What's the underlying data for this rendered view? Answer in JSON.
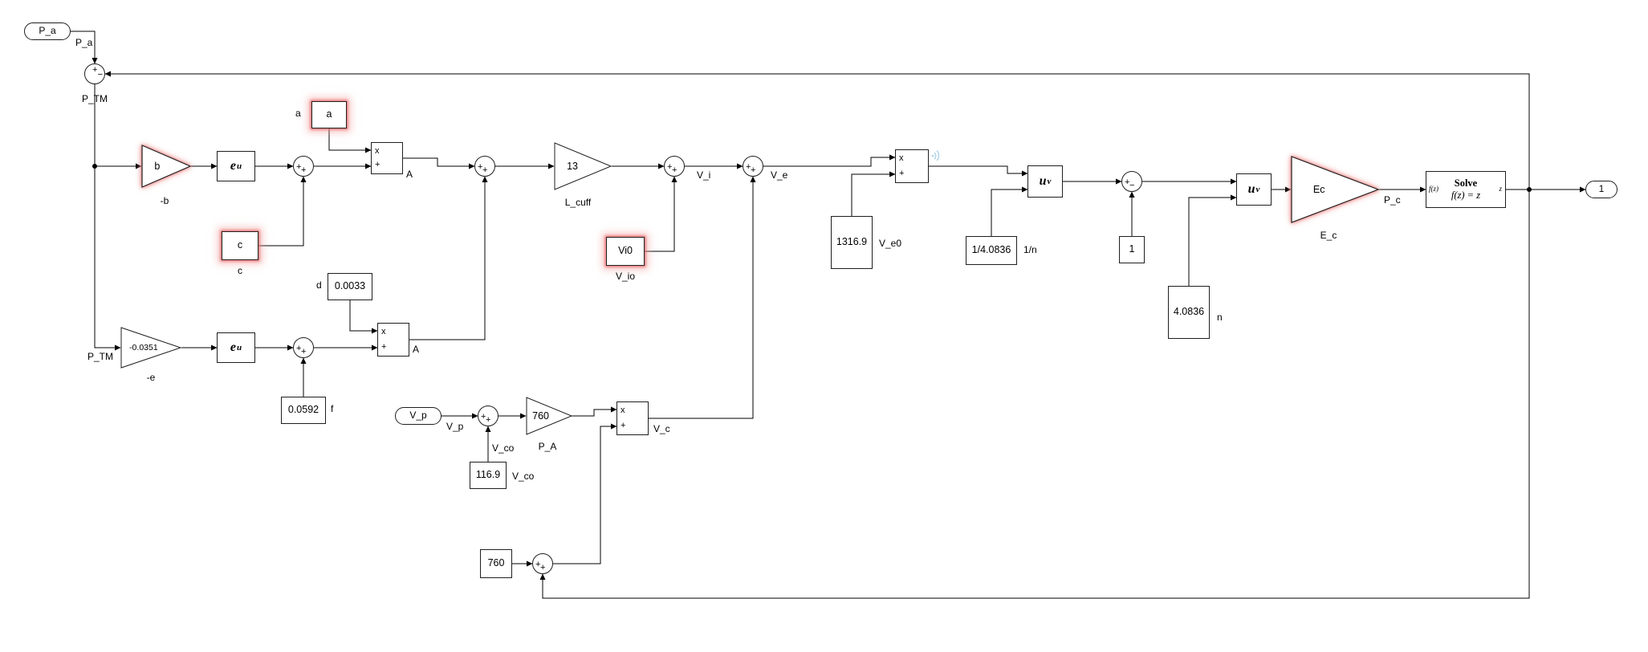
{
  "canvas": {
    "background": "#ffffff",
    "wire_color": "#000000",
    "highlight_glow": "#ec5d5d"
  },
  "glyphs": {
    "plus": "+",
    "minus": "−",
    "times": "x"
  },
  "ports": {
    "p_a": "P_a",
    "v_p": "V_p",
    "out_1": "1"
  },
  "labels": {
    "p_a": "P_a",
    "p_tm_top": "P_TM",
    "p_tm_low": "P_TM",
    "a_top": "A",
    "a_low": "A",
    "v_i": "V_i",
    "v_e": "V_e",
    "v_p": "V_p",
    "v_co_line": "V_co",
    "v_c": "V_c",
    "p_c": "P_c"
  },
  "gains": {
    "b": {
      "value": "b",
      "name": "-b"
    },
    "e": {
      "value": "-0.0351",
      "name": "-e"
    },
    "l_cuff": {
      "value": "13",
      "name": "L_cuff"
    },
    "p_a": {
      "value": "760",
      "name": "P_A"
    },
    "e_c": {
      "value": "Ec",
      "name": "E_c"
    }
  },
  "constants": {
    "a": {
      "value": "a",
      "name": "a"
    },
    "c": {
      "value": "c",
      "name": "c"
    },
    "d": {
      "value": "0.0033",
      "name": "d"
    },
    "f": {
      "value": "0.0592",
      "name": "f"
    },
    "vi0": {
      "value": "Vi0",
      "name": "V_io"
    },
    "v_e0": {
      "value": "1316.9",
      "name": "V_e0"
    },
    "inv_n": {
      "value": "1/4.0836",
      "name": "1/n"
    },
    "one": {
      "value": "1"
    },
    "n": {
      "value": "4.0836",
      "name": "n"
    },
    "v_co": {
      "value": "116.9",
      "name": "V_co"
    },
    "p760": {
      "value": "760"
    }
  },
  "math_blocks": {
    "exp": {
      "base": "e",
      "sup": "u"
    },
    "pow": {
      "base": "u",
      "sup": "v"
    }
  },
  "solve_block": {
    "input": "f(z)",
    "title": "Solve",
    "equation": "f(z) = z",
    "output": "z"
  }
}
